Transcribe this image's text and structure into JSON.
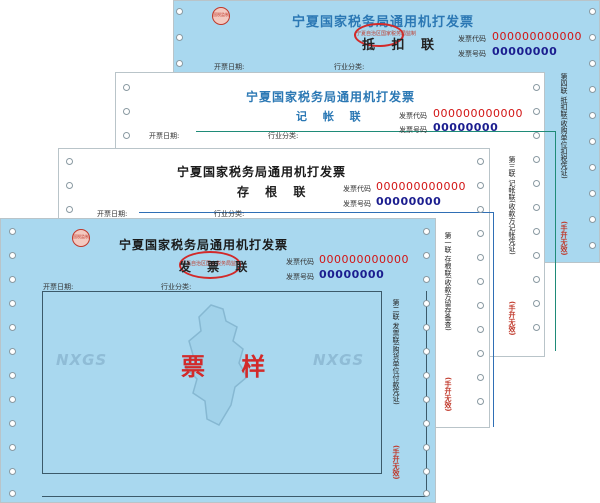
{
  "invoice_title": "宁夏国家税务局通用机打发票",
  "copies": {
    "deduction": "抵 扣 联",
    "bookkeeping": "记 帐 联",
    "stub": "存 根 联",
    "invoice": "发 票 联"
  },
  "fields": {
    "code_label": "发票代码",
    "number_label": "发票号码",
    "issue_date_label": "开票日期:",
    "industry_label": "行业分类:"
  },
  "codes": {
    "invoice_code": "000000000000",
    "invoice_number": "00000000"
  },
  "side_notes": {
    "copy1": "第一联 存根联(收款方留存备查)",
    "copy2": "第二联 发票联(购货单位付款凭证)",
    "copy3": "第三联 记帐联(收款方记帐凭证)",
    "copy4": "第四联 抵扣联(收购单位扣税凭证)",
    "handwritten_invalid": "(手开无效)"
  },
  "watermark": {
    "brand": "NXGS",
    "sample": "票 样"
  },
  "badge_text": "国税监制",
  "stamp_text": "宁夏自治区国家税务局监制",
  "colors": {
    "sheet_blue": "#a9d8ef",
    "title_blue": "#2b78b4",
    "code_red": "#d21414",
    "number_navy": "#1b1d8f",
    "frame_green": "#1f8b78",
    "frame_blue": "#2f6fb5"
  }
}
